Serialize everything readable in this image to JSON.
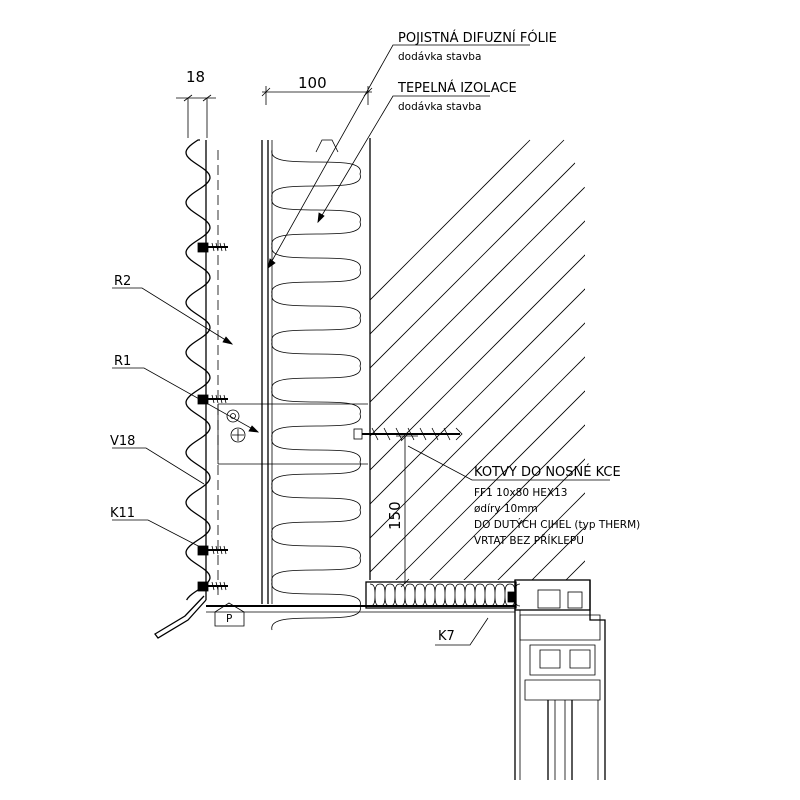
{
  "labels": {
    "membrane": "POJISTNÁ DIFUZNÍ FÓLIE",
    "membrane_note": "dodávka stavba",
    "insulation": "TEPELNÁ IZOLACE",
    "insulation_note": "dodávka stavba",
    "r2": "R2",
    "r1": "R1",
    "v18": "V18",
    "k11": "K11",
    "k7": "K7",
    "p": "P",
    "anchor_title": "KOTVY DO NOSNÉ KCE",
    "anchor_line1": "FF1  10x80  HEX13",
    "anchor_line2": "ødíry 10mm",
    "anchor_line3": "DO DUTÝCH CIHEL (typ THERM)",
    "anchor_line4": "VRTAT BEZ PŘÍKLEPU"
  },
  "dimensions": {
    "cladding_gap": "18",
    "insulation_thickness": "100",
    "anchor_offset": "150"
  }
}
